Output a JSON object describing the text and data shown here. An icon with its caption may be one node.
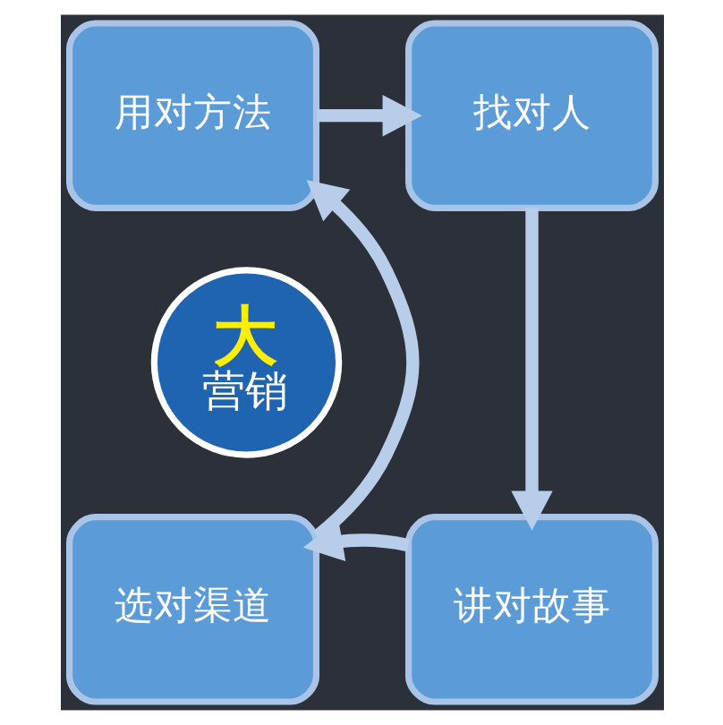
{
  "diagram": {
    "nodes": [
      {
        "text": [
          "大",
          "营销"
        ]
      },
      {
        "text": [
          "用对方法"
        ]
      },
      {
        "text": [
          "找对人"
        ]
      },
      {
        "text": [
          "讲对故事"
        ]
      },
      {
        "text": [
          "选对渠道"
        ]
      }
    ],
    "edges": [
      {
        "from": 1,
        "to": 2,
        "arrow": "to"
      },
      {
        "from": 2,
        "to": 3,
        "arrow": "to"
      },
      {
        "from": 3,
        "to": 4,
        "arrow": "to"
      },
      {
        "from": 4,
        "to": 1,
        "arrow": "to"
      }
    ]
  }
}
